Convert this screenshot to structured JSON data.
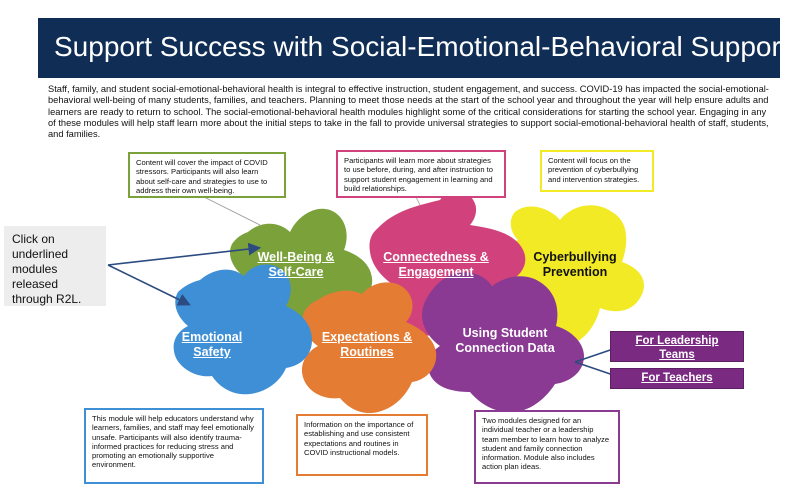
{
  "header": {
    "title": "Support Success with Social-Emotional-Behavioral Supports"
  },
  "intro": {
    "text": "Staff, family, and student social-emotional-behavioral health is integral to effective instruction, student engagement, and success. COVID-19 has impacted the social-emotional-behavioral well-being of many students, families, and teachers. Planning to meet those needs at the start of the school year and throughout the year will help ensure adults and learners are ready to return to school. The social-emotional-behavioral health modules highlight some of the critical considerations for starting the school year. Engaging in any of these modules will help staff learn more about the initial steps to take in the fall to provide universal strategies to support social-emotional-behavioral health of staff, students, and families."
  },
  "note": {
    "text": "Click on underlined modules released through R2L."
  },
  "callouts": {
    "wellbeing": "Content will cover the impact of COVID stressors. Participants will also learn about self-care and strategies to use to address their own well-being.",
    "connectedness": "Participants will learn more about strategies to use before, during, and after instruction to support student engagement in learning and build relationships.",
    "cyberbullying": "Content will focus on the prevention of cyberbullying and intervention strategies.",
    "emotional": "This module will help educators understand why learners, families, and staff may feel emotionally unsafe. Participants will also identify trauma-informed practices for reducing stress and promoting an emotionally supportive environment.",
    "expectations": "Information on the importance of establishing and use consistent expectations and routines in COVID instructional models.",
    "connection_data": "Two modules designed for an individual teacher or a leadership team member to learn how to analyze student and family connection information. Module also includes action plan ideas."
  },
  "pieces": {
    "wellbeing": {
      "line1": "Well-Being &",
      "line2": "Self-Care"
    },
    "connectedness": {
      "line1": "Connectedness &",
      "line2": "Engagement"
    },
    "cyberbullying": {
      "line1": "Cyberbullying",
      "line2": "Prevention"
    },
    "emotional": {
      "line1": "Emotional",
      "line2": "Safety"
    },
    "expectations": {
      "line1": "Expectations &",
      "line2": "Routines"
    },
    "connection_data": {
      "line1": "Using Student",
      "line2": "Connection Data"
    }
  },
  "buttons": {
    "leadership": {
      "line1": "For Leadership",
      "line2": "Teams"
    },
    "teachers": "For Teachers"
  },
  "colors": {
    "header": "#0f2d55",
    "emotional": "#3f8fd6",
    "wellbeing": "#7ba23a",
    "expectations": "#e47c34",
    "connectedness": "#d1427c",
    "cyberbullying": "#f2ea24",
    "connection_data": "#8a3a93",
    "button": "#7b2a82",
    "arrow": "#2c4b80"
  },
  "icons": {
    "arrow": "arrow-icon"
  }
}
